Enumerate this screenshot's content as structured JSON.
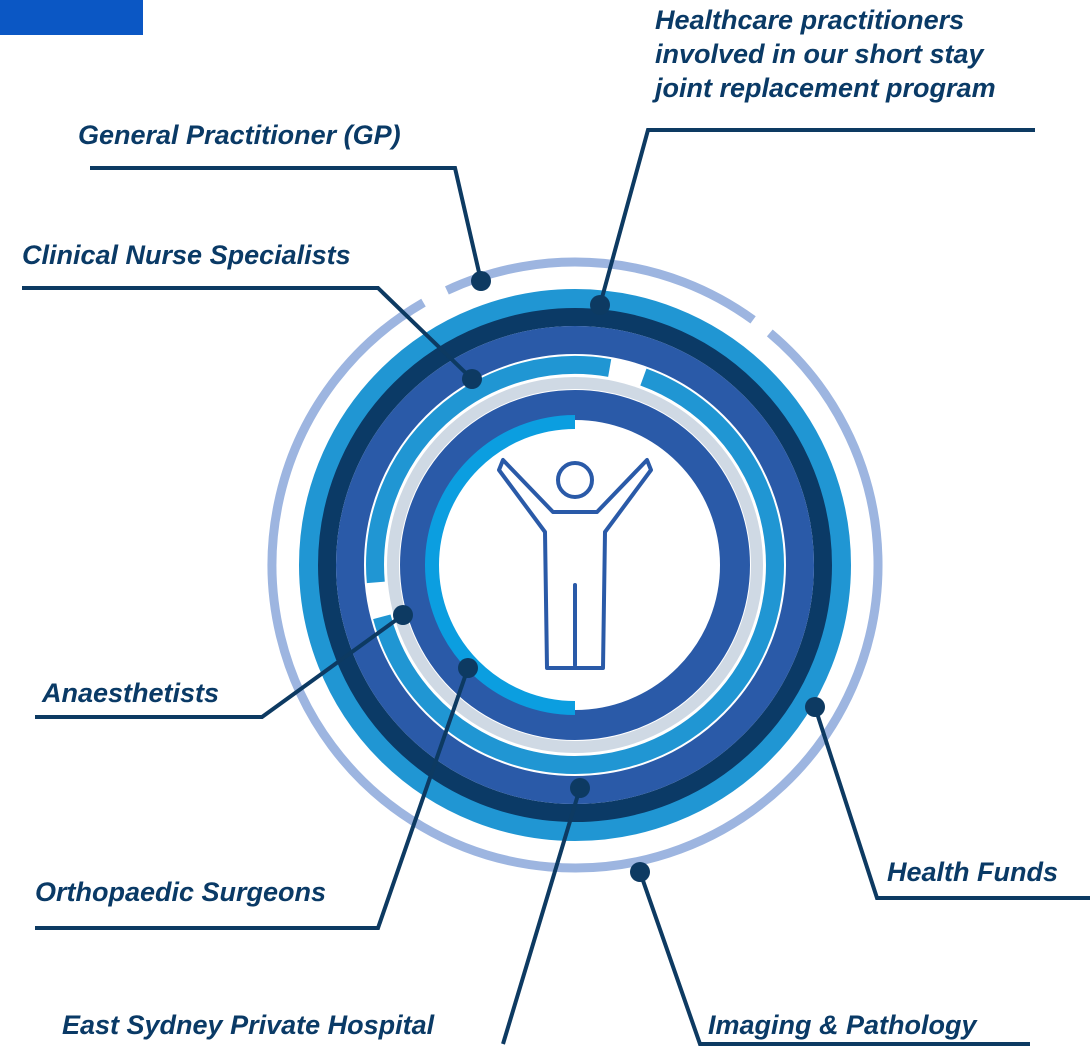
{
  "title_lines": [
    "Healthcare practitioners",
    "involved in our short stay",
    "joint replacement program"
  ],
  "labels": {
    "gp": "General Practitioner (GP)",
    "clinical_nurse": "Clinical Nurse Specialists",
    "anaesthetists": "Anaesthetists",
    "orthopaedic": "Orthopaedic Surgeons",
    "hospital": "East Sydney Private Hospital",
    "imaging": "Imaging & Pathology",
    "health_funds": "Health Funds"
  },
  "icons": {
    "center": "person-arms-raised-icon"
  },
  "colors": {
    "text": "#0a3a66",
    "line": "#0d3a62",
    "ring_outer_light": "#9db5e0",
    "ring_sky": "#2096d3",
    "ring_navy": "#0b3a66",
    "ring_royal": "#2a5aa8",
    "ring_silver": "#cfd9e4",
    "ring_cyan": "#0b9ee0",
    "accent_block": "#0b57c4",
    "icon_stroke": "#2a5aa8"
  }
}
